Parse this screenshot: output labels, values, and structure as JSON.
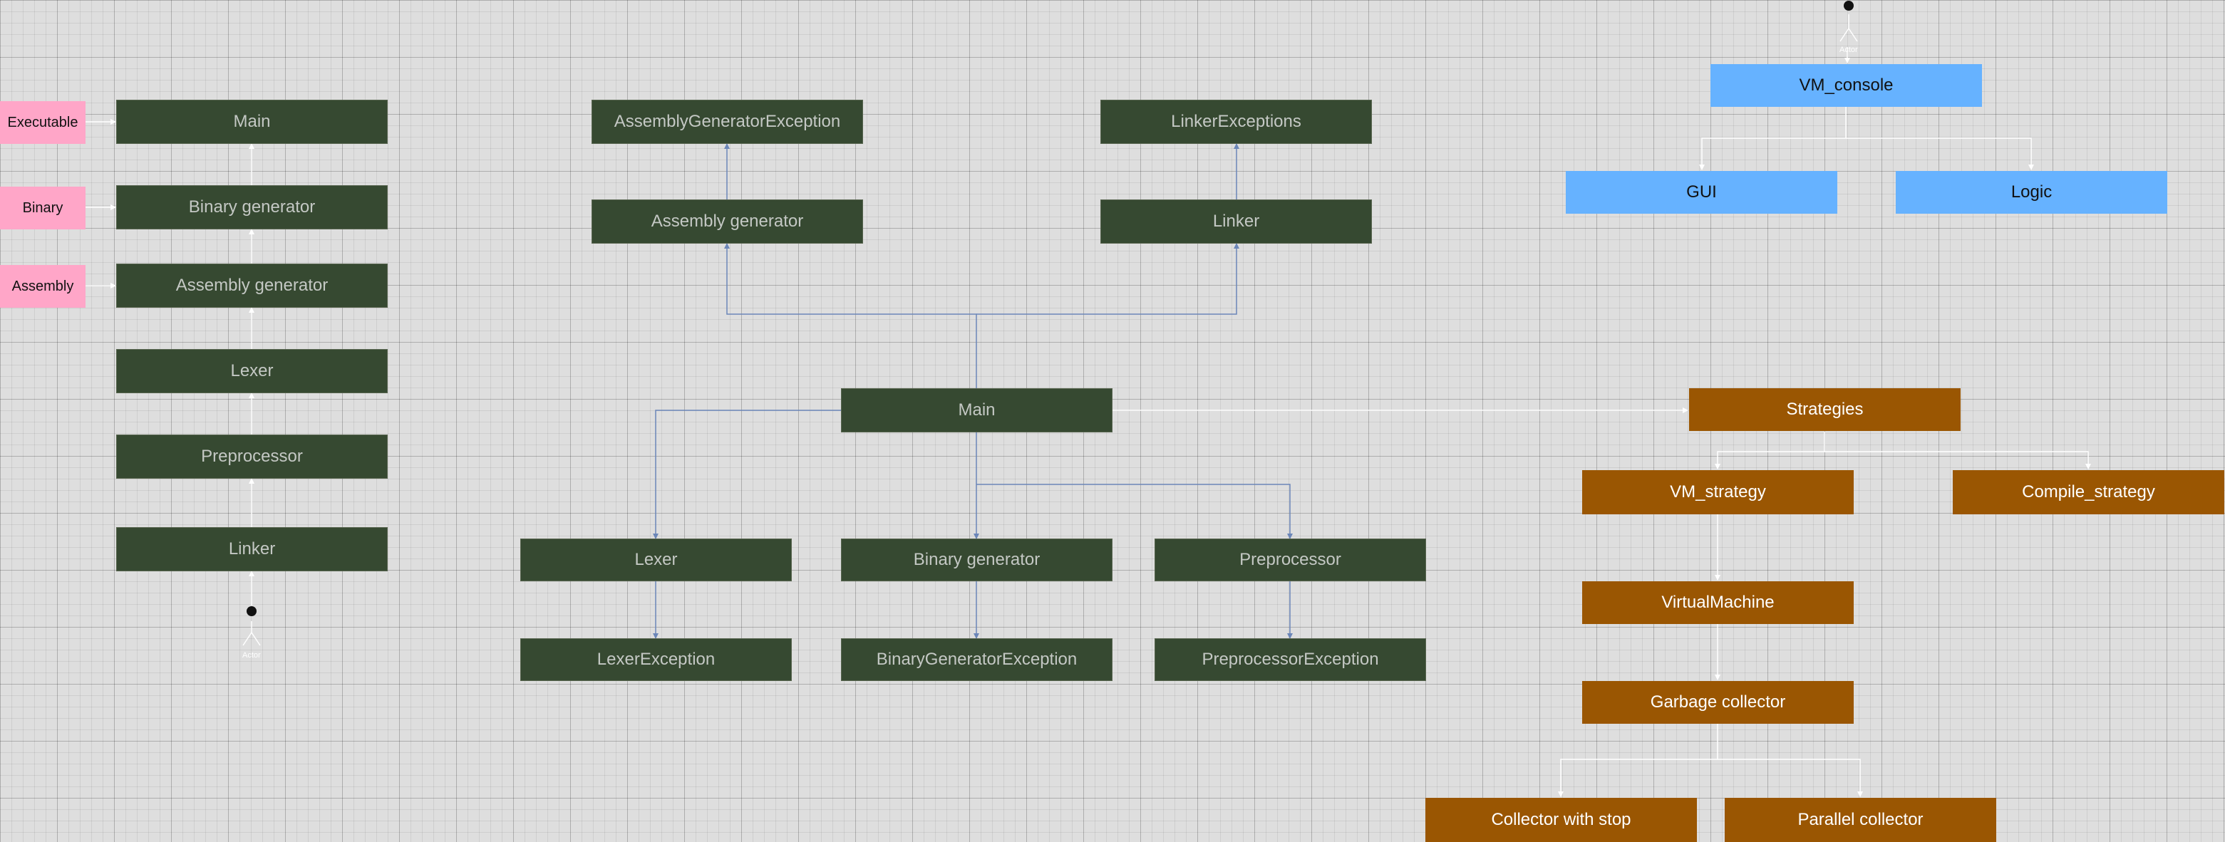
{
  "colors": {
    "module": "#364931",
    "module_text": "#c4c8c4",
    "vm": "#66b2ff",
    "strategy": "#9a5602",
    "artifact": "#ffa6c8",
    "link_blue": "#6b86b8",
    "link_white": "#ffffff",
    "actor": "#111111"
  },
  "pipeline": {
    "artifacts": {
      "executable": "Executable",
      "binary": "Binary",
      "assembly": "Assembly"
    },
    "stages": {
      "main": "Main",
      "binary_generator": "Binary generator",
      "assembly_generator": "Assembly generator",
      "lexer": "Lexer",
      "preprocessor": "Preprocessor",
      "linker": "Linker"
    },
    "actor_label": "Actor"
  },
  "compiler": {
    "assembly_generator_exception": "AssemblyGeneratorException",
    "linker_exceptions": "LinkerExceptions",
    "assembly_generator": "Assembly generator",
    "linker": "Linker",
    "main": "Main",
    "lexer": "Lexer",
    "binary_generator": "Binary generator",
    "preprocessor": "Preprocessor",
    "lexer_exception": "LexerException",
    "binary_generator_exception": "BinaryGeneratorException",
    "preprocessor_exception": "PreprocessorException"
  },
  "vm": {
    "actor_label": "Actor",
    "console": "VM_console",
    "gui": "GUI",
    "logic": "Logic",
    "strategies": "Strategies",
    "vm_strategy": "VM_strategy",
    "compile_strategy": "Compile_strategy",
    "virtual_machine": "VirtualMachine",
    "garbage_collector": "Garbage collector",
    "collector_with_stop": "Collector with stop",
    "parallel_collector": "Parallel collector"
  }
}
